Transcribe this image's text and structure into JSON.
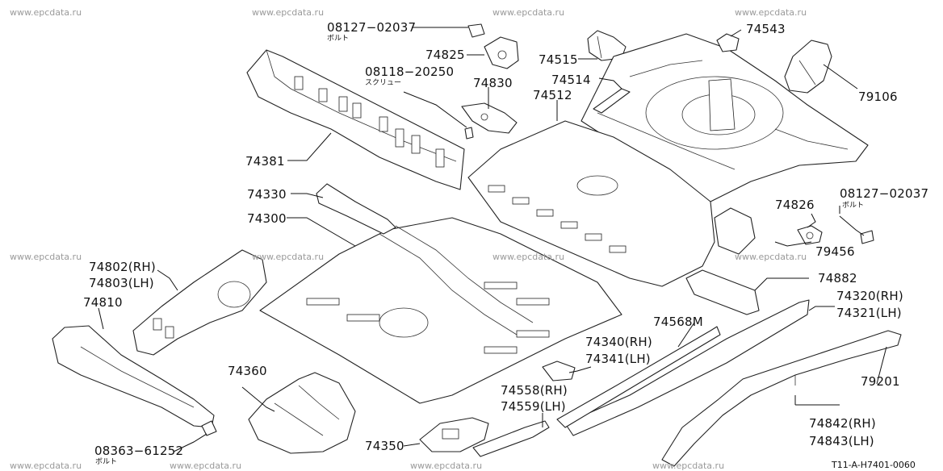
{
  "watermark": "www.epcdata.ru",
  "diagram_code": "T11-A-H7401-0060",
  "labels": {
    "p08127_top": "08127−02037",
    "p08127_top_sub": "ボルト",
    "p74825": "74825",
    "p08118": "08118−20250",
    "p08118_sub": "スクリュー",
    "p74830": "74830",
    "p74515": "74515",
    "p74514": "74514",
    "p74512": "74512",
    "p74543": "74543",
    "p79106": "79106",
    "p74381": "74381",
    "p74330": "74330",
    "p74300": "74300",
    "p74826": "74826",
    "p08127_right": "08127−02037",
    "p08127_right_sub": "ボルト",
    "p79456": "79456",
    "p74802": "74802(RH)",
    "p74803": "74803(LH)",
    "p74810": "74810",
    "p74882": "74882",
    "p74320": "74320(RH)",
    "p74321": "74321(LH)",
    "p74568M": "74568M",
    "p74340": "74340(RH)",
    "p74341": "74341(LH)",
    "p79201": "79201",
    "p74360": "74360",
    "p74558": "74558(RH)",
    "p74559": "74559(LH)",
    "p74842": "74842(RH)",
    "p74843": "74843(LH)",
    "p74350": "74350",
    "p08363": "08363−61252",
    "p08363_sub": "ボルト"
  }
}
